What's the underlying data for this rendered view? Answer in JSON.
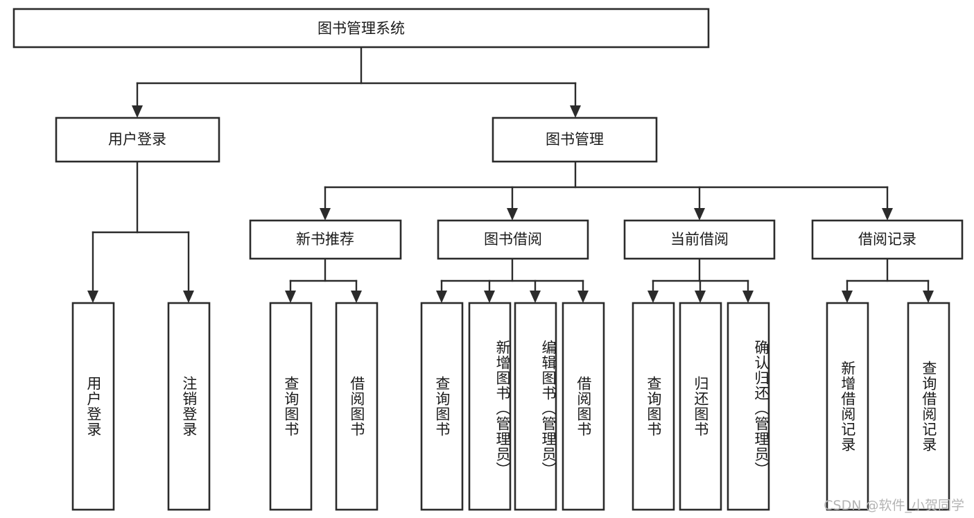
{
  "diagram": {
    "title": "图书管理系统",
    "type": "tree",
    "orientation": "top-down",
    "colors": {
      "box_fill": "#ffffff",
      "box_stroke": "#2b2b2b",
      "connector": "#2b2b2b",
      "text": "#1a1a1a",
      "background": "#ffffff",
      "watermark": "#b4b4b4"
    }
  },
  "root": {
    "label": "图书管理系统"
  },
  "level2": [
    {
      "label": "用户登录"
    },
    {
      "label": "图书管理"
    }
  ],
  "level3": [
    {
      "label": "新书推荐"
    },
    {
      "label": "图书借阅"
    },
    {
      "label": "当前借阅"
    },
    {
      "label": "借阅记录"
    }
  ],
  "leaves": {
    "user_login": [
      {
        "label": "用户登录"
      },
      {
        "label": "注销登录"
      }
    ],
    "new_book_recommend": [
      {
        "label": "查询图书"
      },
      {
        "label": "借阅图书"
      }
    ],
    "book_borrow": [
      {
        "label": "查询图书"
      },
      {
        "label": "新增图书（管理员）"
      },
      {
        "label": "编辑图书（管理员）"
      },
      {
        "label": "借阅图书"
      }
    ],
    "current_borrow": [
      {
        "label": "查询图书"
      },
      {
        "label": "归还图书"
      },
      {
        "label": "确认归还（管理员）"
      }
    ],
    "borrow_record": [
      {
        "label": "新增借阅记录"
      },
      {
        "label": "查询借阅记录"
      }
    ]
  },
  "watermark": {
    "text": "CSDN @软件_小贺同学"
  }
}
